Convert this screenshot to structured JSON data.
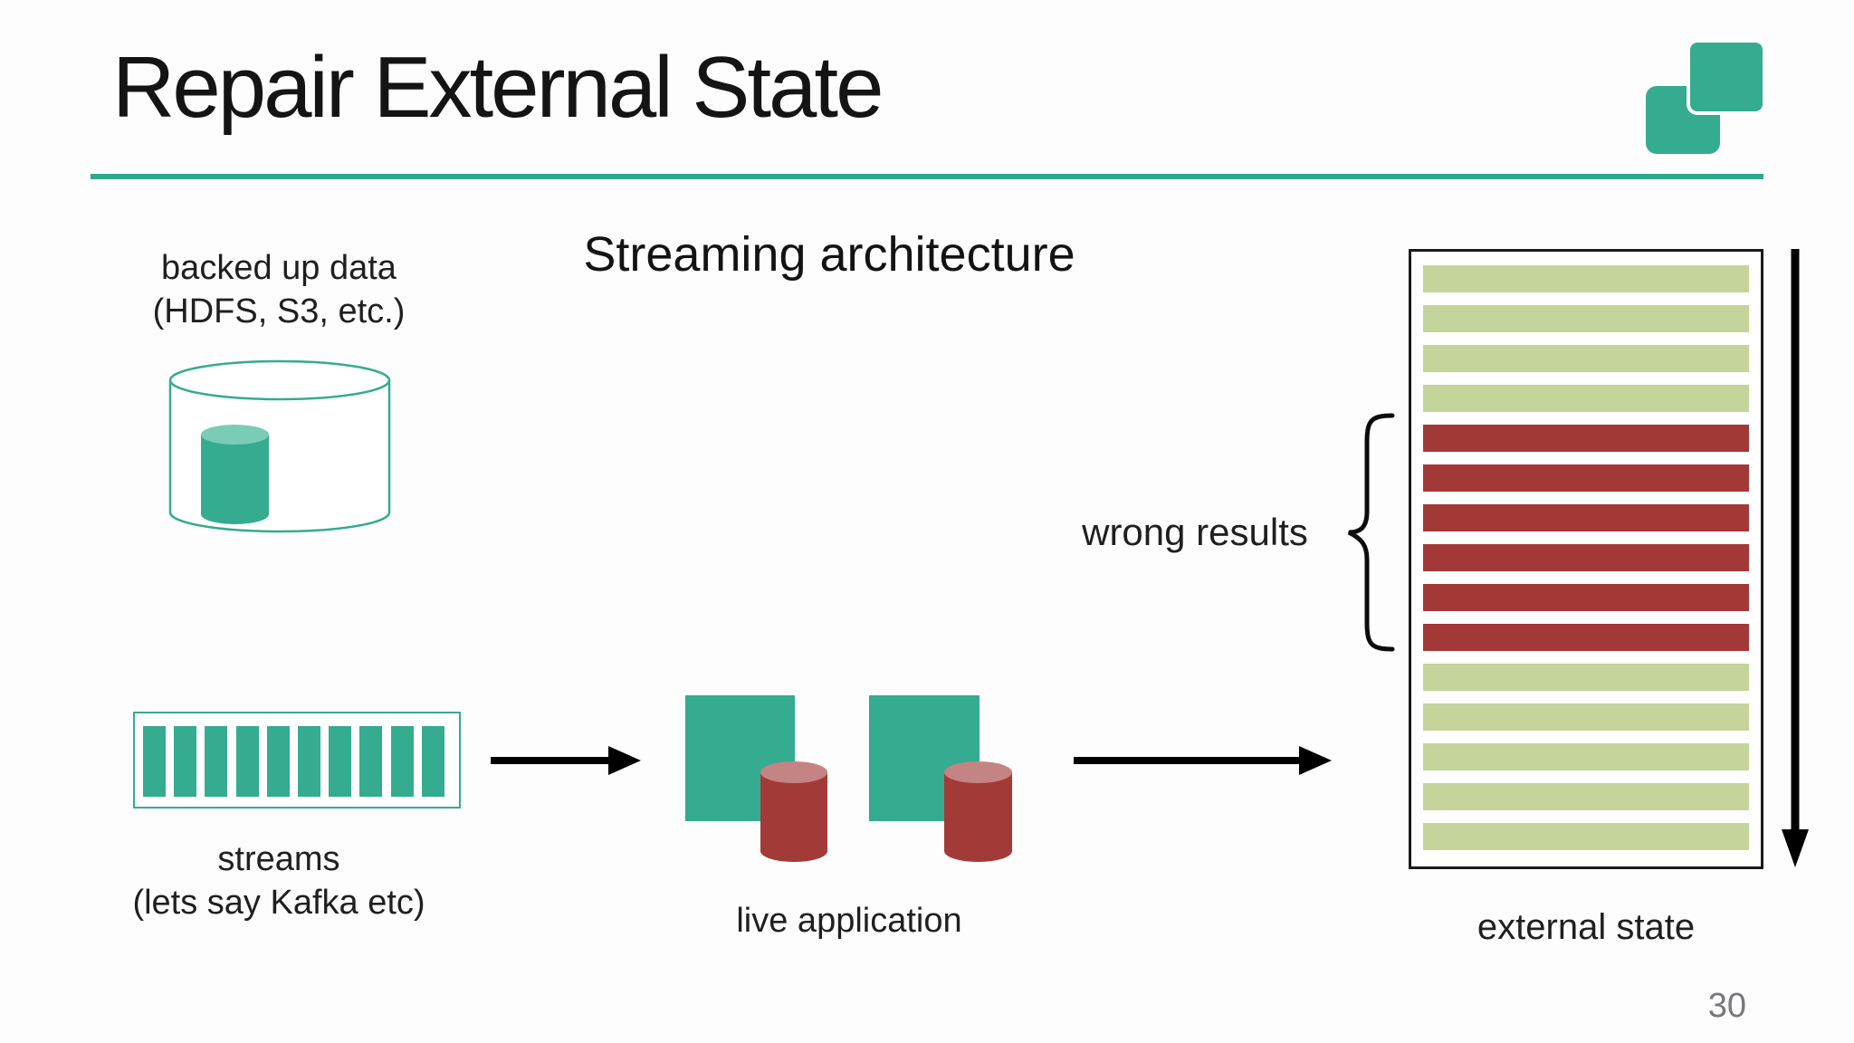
{
  "slide": {
    "title": "Repair External State",
    "page_number": "30"
  },
  "diagram": {
    "subtitle": "Streaming architecture",
    "backup": {
      "label_line1": "backed up data",
      "label_line2": "(HDFS, S3, etc.)"
    },
    "streams": {
      "label_line1": "streams",
      "label_line2": "(lets say Kafka etc)",
      "partition_count": 10
    },
    "live_app": {
      "label": "live application"
    },
    "wrong_results_label": "wrong results",
    "external_state": {
      "label": "external state",
      "rows": [
        "green",
        "green",
        "green",
        "green",
        "red",
        "red",
        "red",
        "red",
        "red",
        "red",
        "green",
        "green",
        "green",
        "green",
        "green"
      ]
    },
    "colors": {
      "teal": "#35ab8f",
      "teal_light": "#7bccb7",
      "red_cylinder": "#a23b38",
      "red_cylinder_top": "#c48484",
      "row_green": "#c5d49a",
      "row_red": "#a33937"
    }
  }
}
